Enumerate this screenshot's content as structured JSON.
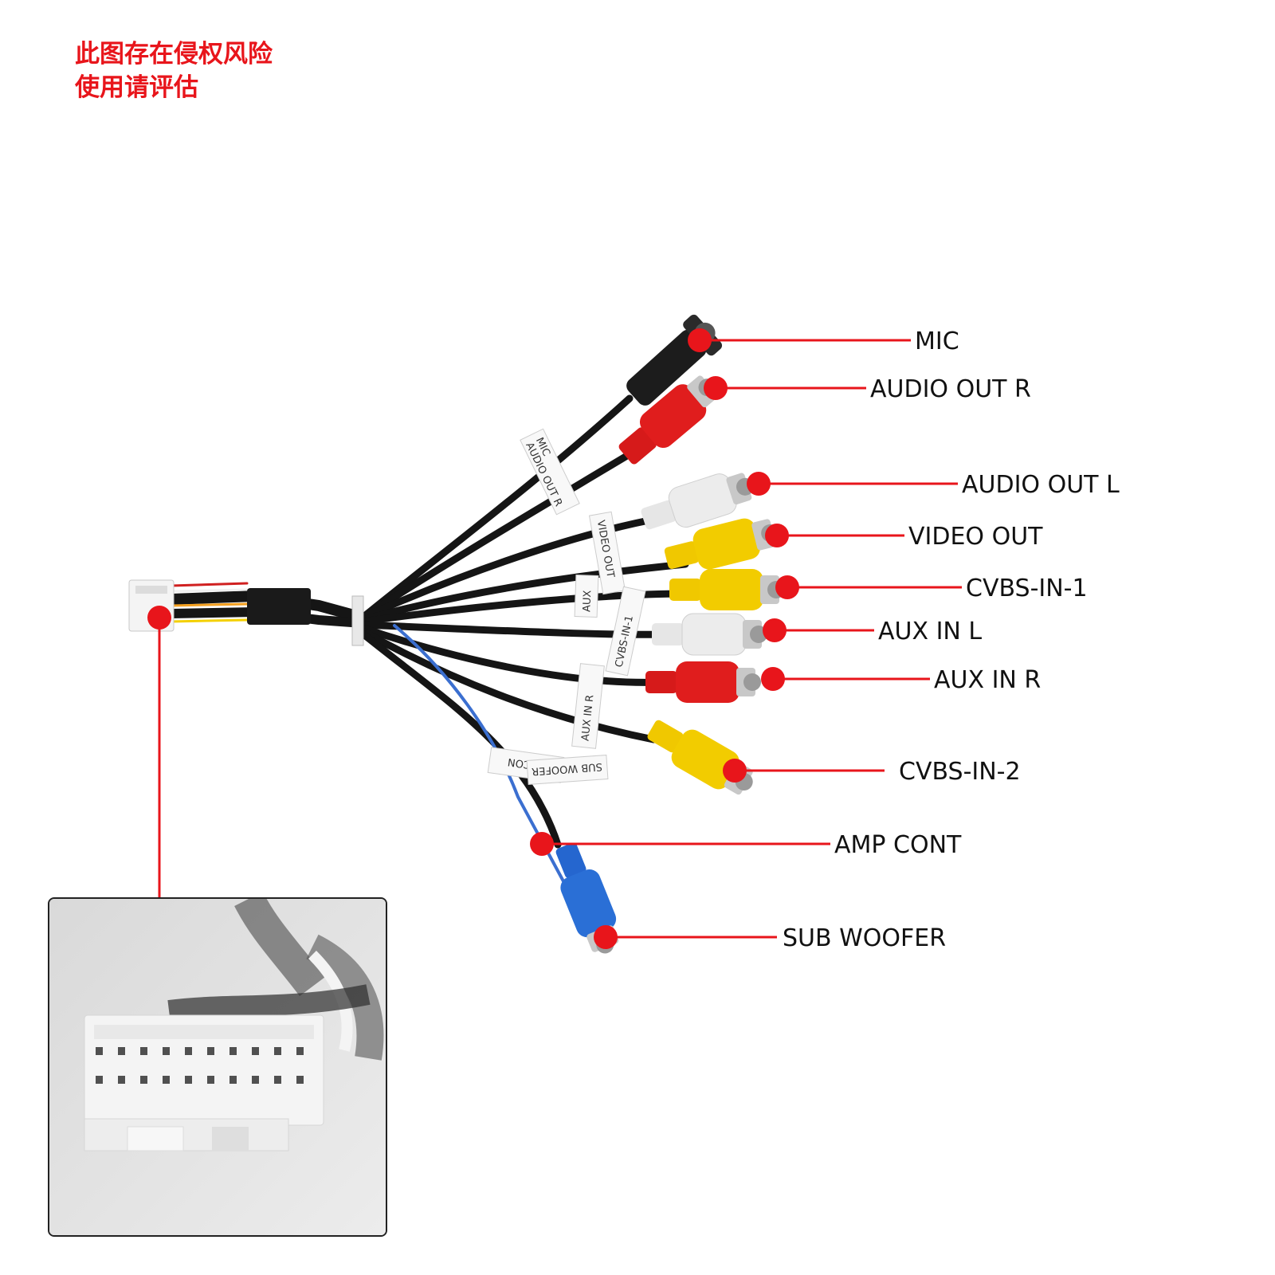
{
  "watermark": {
    "line1": "此图存在侵权风险",
    "line2": "使用请评估"
  },
  "colors": {
    "callout": "#e8151b",
    "cable": "#151515",
    "rca_red": "#e01d1d",
    "rca_white": "#ececec",
    "rca_yellow": "#f2cc00",
    "rca_blue": "#2a6fd6",
    "connector": "#f4f4f4"
  },
  "connectors": [
    {
      "id": "mic",
      "label": "MIC",
      "kind": "jack",
      "color": "black"
    },
    {
      "id": "audio-out-r",
      "label": "AUDIO OUT R",
      "kind": "rca",
      "color": "red"
    },
    {
      "id": "audio-out-l",
      "label": "AUDIO OUT L",
      "kind": "rca",
      "color": "white"
    },
    {
      "id": "video-out",
      "label": "VIDEO OUT",
      "kind": "rca",
      "color": "yellow"
    },
    {
      "id": "cvbs-in-1",
      "label": "CVBS-IN-1",
      "kind": "rca",
      "color": "yellow"
    },
    {
      "id": "aux-in-l",
      "label": "AUX IN L",
      "kind": "rca",
      "color": "white"
    },
    {
      "id": "aux-in-r",
      "label": "AUX IN R",
      "kind": "rca",
      "color": "red"
    },
    {
      "id": "cvbs-in-2",
      "label": "CVBS-IN-2",
      "kind": "rca",
      "color": "yellow"
    },
    {
      "id": "amp-cont",
      "label": "AMP CONT",
      "kind": "wire",
      "color": "blue"
    },
    {
      "id": "sub-woofer",
      "label": "SUB WOOFER",
      "kind": "rca",
      "color": "blue"
    }
  ],
  "cable_tags": {
    "tag1": "MIC",
    "tag2": "AUDIO OUT R",
    "tag3": "VIDEO OUT",
    "tag4": "AUX",
    "tag5": "CVBS-IN-1",
    "tag6": "AUX IN R",
    "tag7": "AMP CON",
    "tag8": "SUB WOOFER"
  },
  "inset": {
    "description_icon": "multi-pin-connector-closeup"
  }
}
